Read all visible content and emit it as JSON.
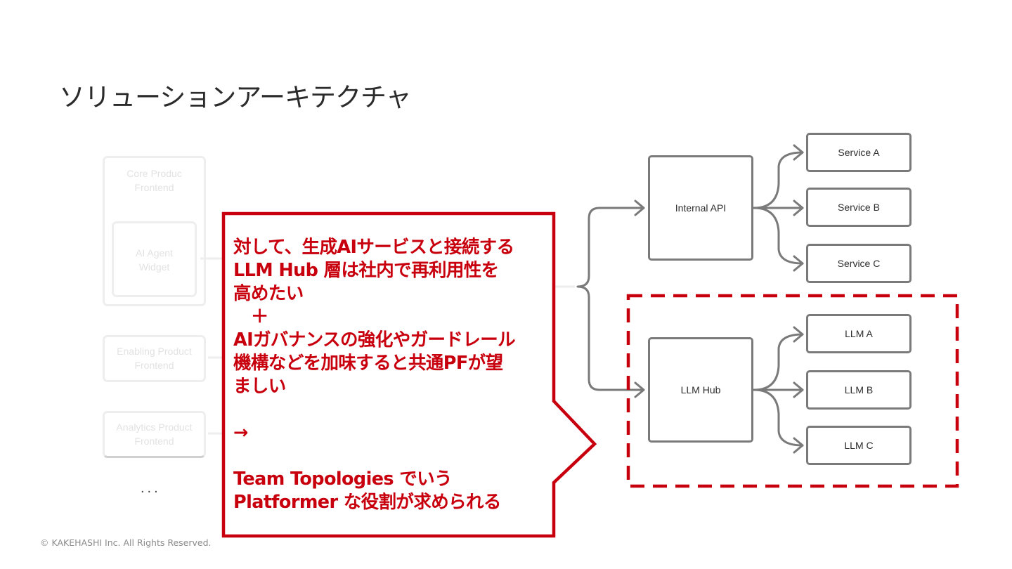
{
  "slide": {
    "title": "ソリューションアーキテクチャ",
    "footer": "© KAKEHASHI Inc. All Rights Reserved."
  },
  "faded_nodes": {
    "core_product": {
      "line1": "Core Produc",
      "line2": "Frontend"
    },
    "ai_agent": {
      "line1": "AI Agent",
      "line2": "Widget"
    },
    "enabling_product": {
      "line1": "Enabling Product",
      "line2": "Frontend"
    },
    "analytics_product": {
      "line1": "Analytics Product",
      "line2": "Frontend"
    },
    "ellipsis": "..."
  },
  "diagram": {
    "internal_api": "Internal API",
    "llm_hub": "LLM Hub",
    "services": [
      "Service A",
      "Service B",
      "Service C"
    ],
    "llms": [
      "LLM A",
      "LLM B",
      "LLM C"
    ]
  },
  "callout": {
    "lines": [
      "対して、生成AIサービスと接続する",
      "LLM Hub 層は社内で再利用性を",
      "高めたい",
      "　＋",
      "AIガバナンスの強化やガードレール",
      "機構などを加味すると共通PFが望",
      "ましい",
      "",
      "→",
      "",
      "Team Topologies  でいう",
      "Platformer な役割が求められる"
    ]
  },
  "colors": {
    "accent": "#c8000e",
    "node_border": "#7a7a7a",
    "faded": "#eeeeee"
  }
}
